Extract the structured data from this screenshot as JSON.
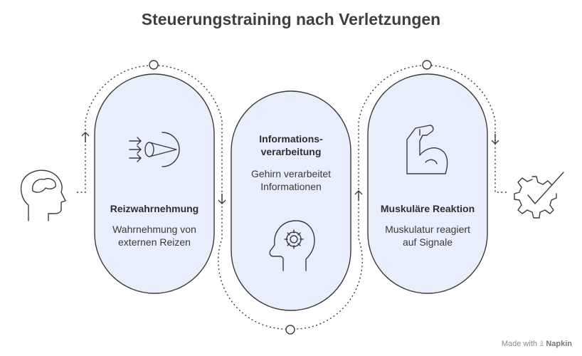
{
  "title": "Steuerungstraining nach Verletzungen",
  "colors": {
    "card_fill": "#e8eefb",
    "card_stroke": "#3b3b3b",
    "line": "#3b3b3b"
  },
  "steps": [
    {
      "label": "Reizwahrnehmung",
      "description": "Wahrnehmung von\nexternen Reizen",
      "icon": "eye-arrows-icon"
    },
    {
      "label": "Informations-\nverarbeitung",
      "description": "Gehirn verarbeitet\nInformationen",
      "icon": "head-gear-icon"
    },
    {
      "label": "Muskuläre Reaktion",
      "description": "Muskulatur reagiert\nauf Signale",
      "icon": "flexed-arm-icon"
    }
  ],
  "start_icon": "head-brain-icon",
  "end_icon": "gear-check-icon",
  "footer": {
    "prefix": "Made with",
    "brand": "Napkin"
  }
}
